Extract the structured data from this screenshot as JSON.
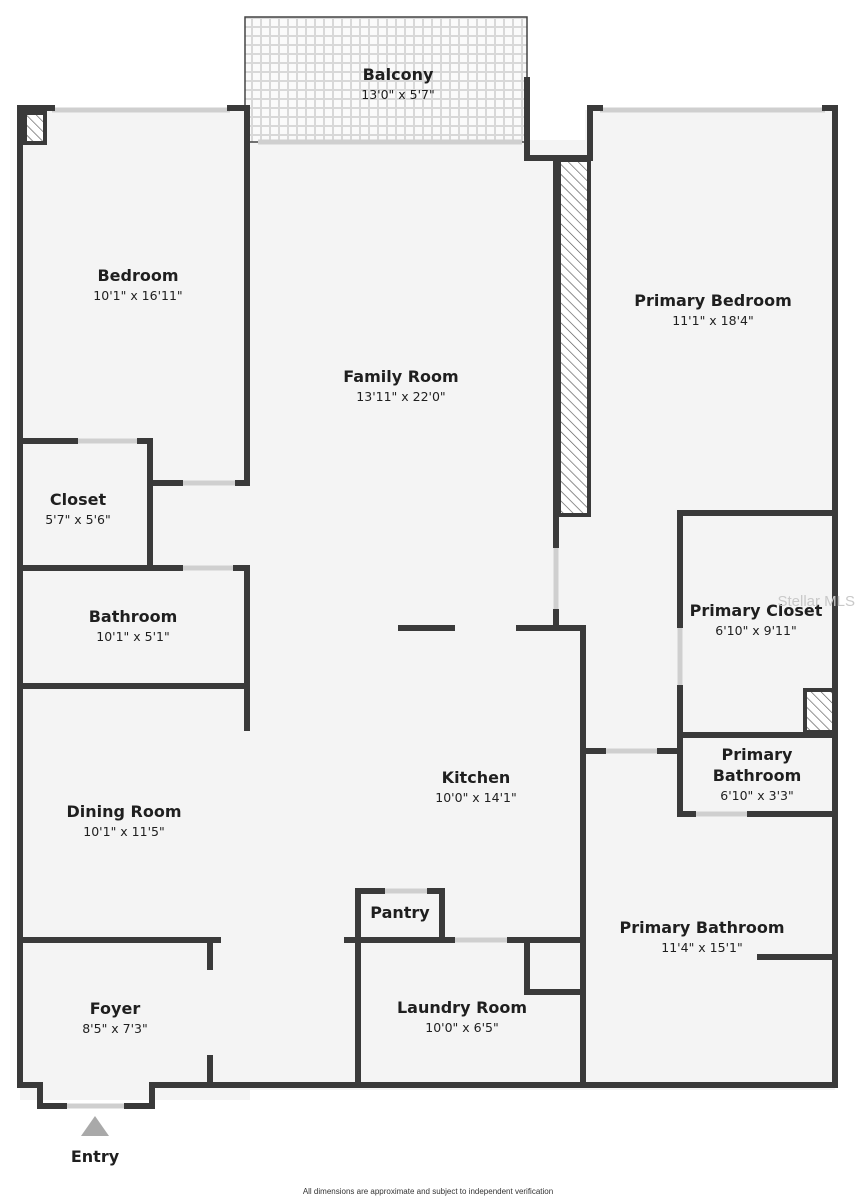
{
  "rooms": {
    "balcony": {
      "name": "Balcony",
      "dims": "13'0\" x 5'7\""
    },
    "bedroom": {
      "name": "Bedroom",
      "dims": "10'1\" x 16'11\""
    },
    "family_room": {
      "name": "Family Room",
      "dims": "13'11\" x 22'0\""
    },
    "primary_bedroom": {
      "name": "Primary Bedroom",
      "dims": "11'1\" x 18'4\""
    },
    "closet": {
      "name": "Closet",
      "dims": "5'7\" x 5'6\""
    },
    "primary_closet": {
      "name": "Primary Closet",
      "dims": "6'10\" x 9'11\""
    },
    "bathroom": {
      "name": "Bathroom",
      "dims": "10'1\" x 5'1\""
    },
    "kitchen": {
      "name": "Kitchen",
      "dims": "10'0\" x 14'1\""
    },
    "primary_bathroom_small": {
      "name_line1": "Primary",
      "name_line2": "Bathroom",
      "dims": "6'10\" x 3'3\""
    },
    "dining_room": {
      "name": "Dining Room",
      "dims": "10'1\" x 11'5\""
    },
    "pantry": {
      "name": "Pantry"
    },
    "primary_bathroom": {
      "name": "Primary Bathroom",
      "dims": "11'4\" x 15'1\""
    },
    "foyer": {
      "name": "Foyer",
      "dims": "8'5\" x 7'3\""
    },
    "laundry_room": {
      "name": "Laundry Room",
      "dims": "10'0\" x 6'5\""
    }
  },
  "entry_label": "Entry",
  "disclaimer": "All dimensions are approximate and subject to independent verification",
  "watermark": "Stellar MLS",
  "colors": {
    "wall": "#3a3a3a",
    "floor": "#f4f4f4",
    "window": "#d9d9d9"
  }
}
